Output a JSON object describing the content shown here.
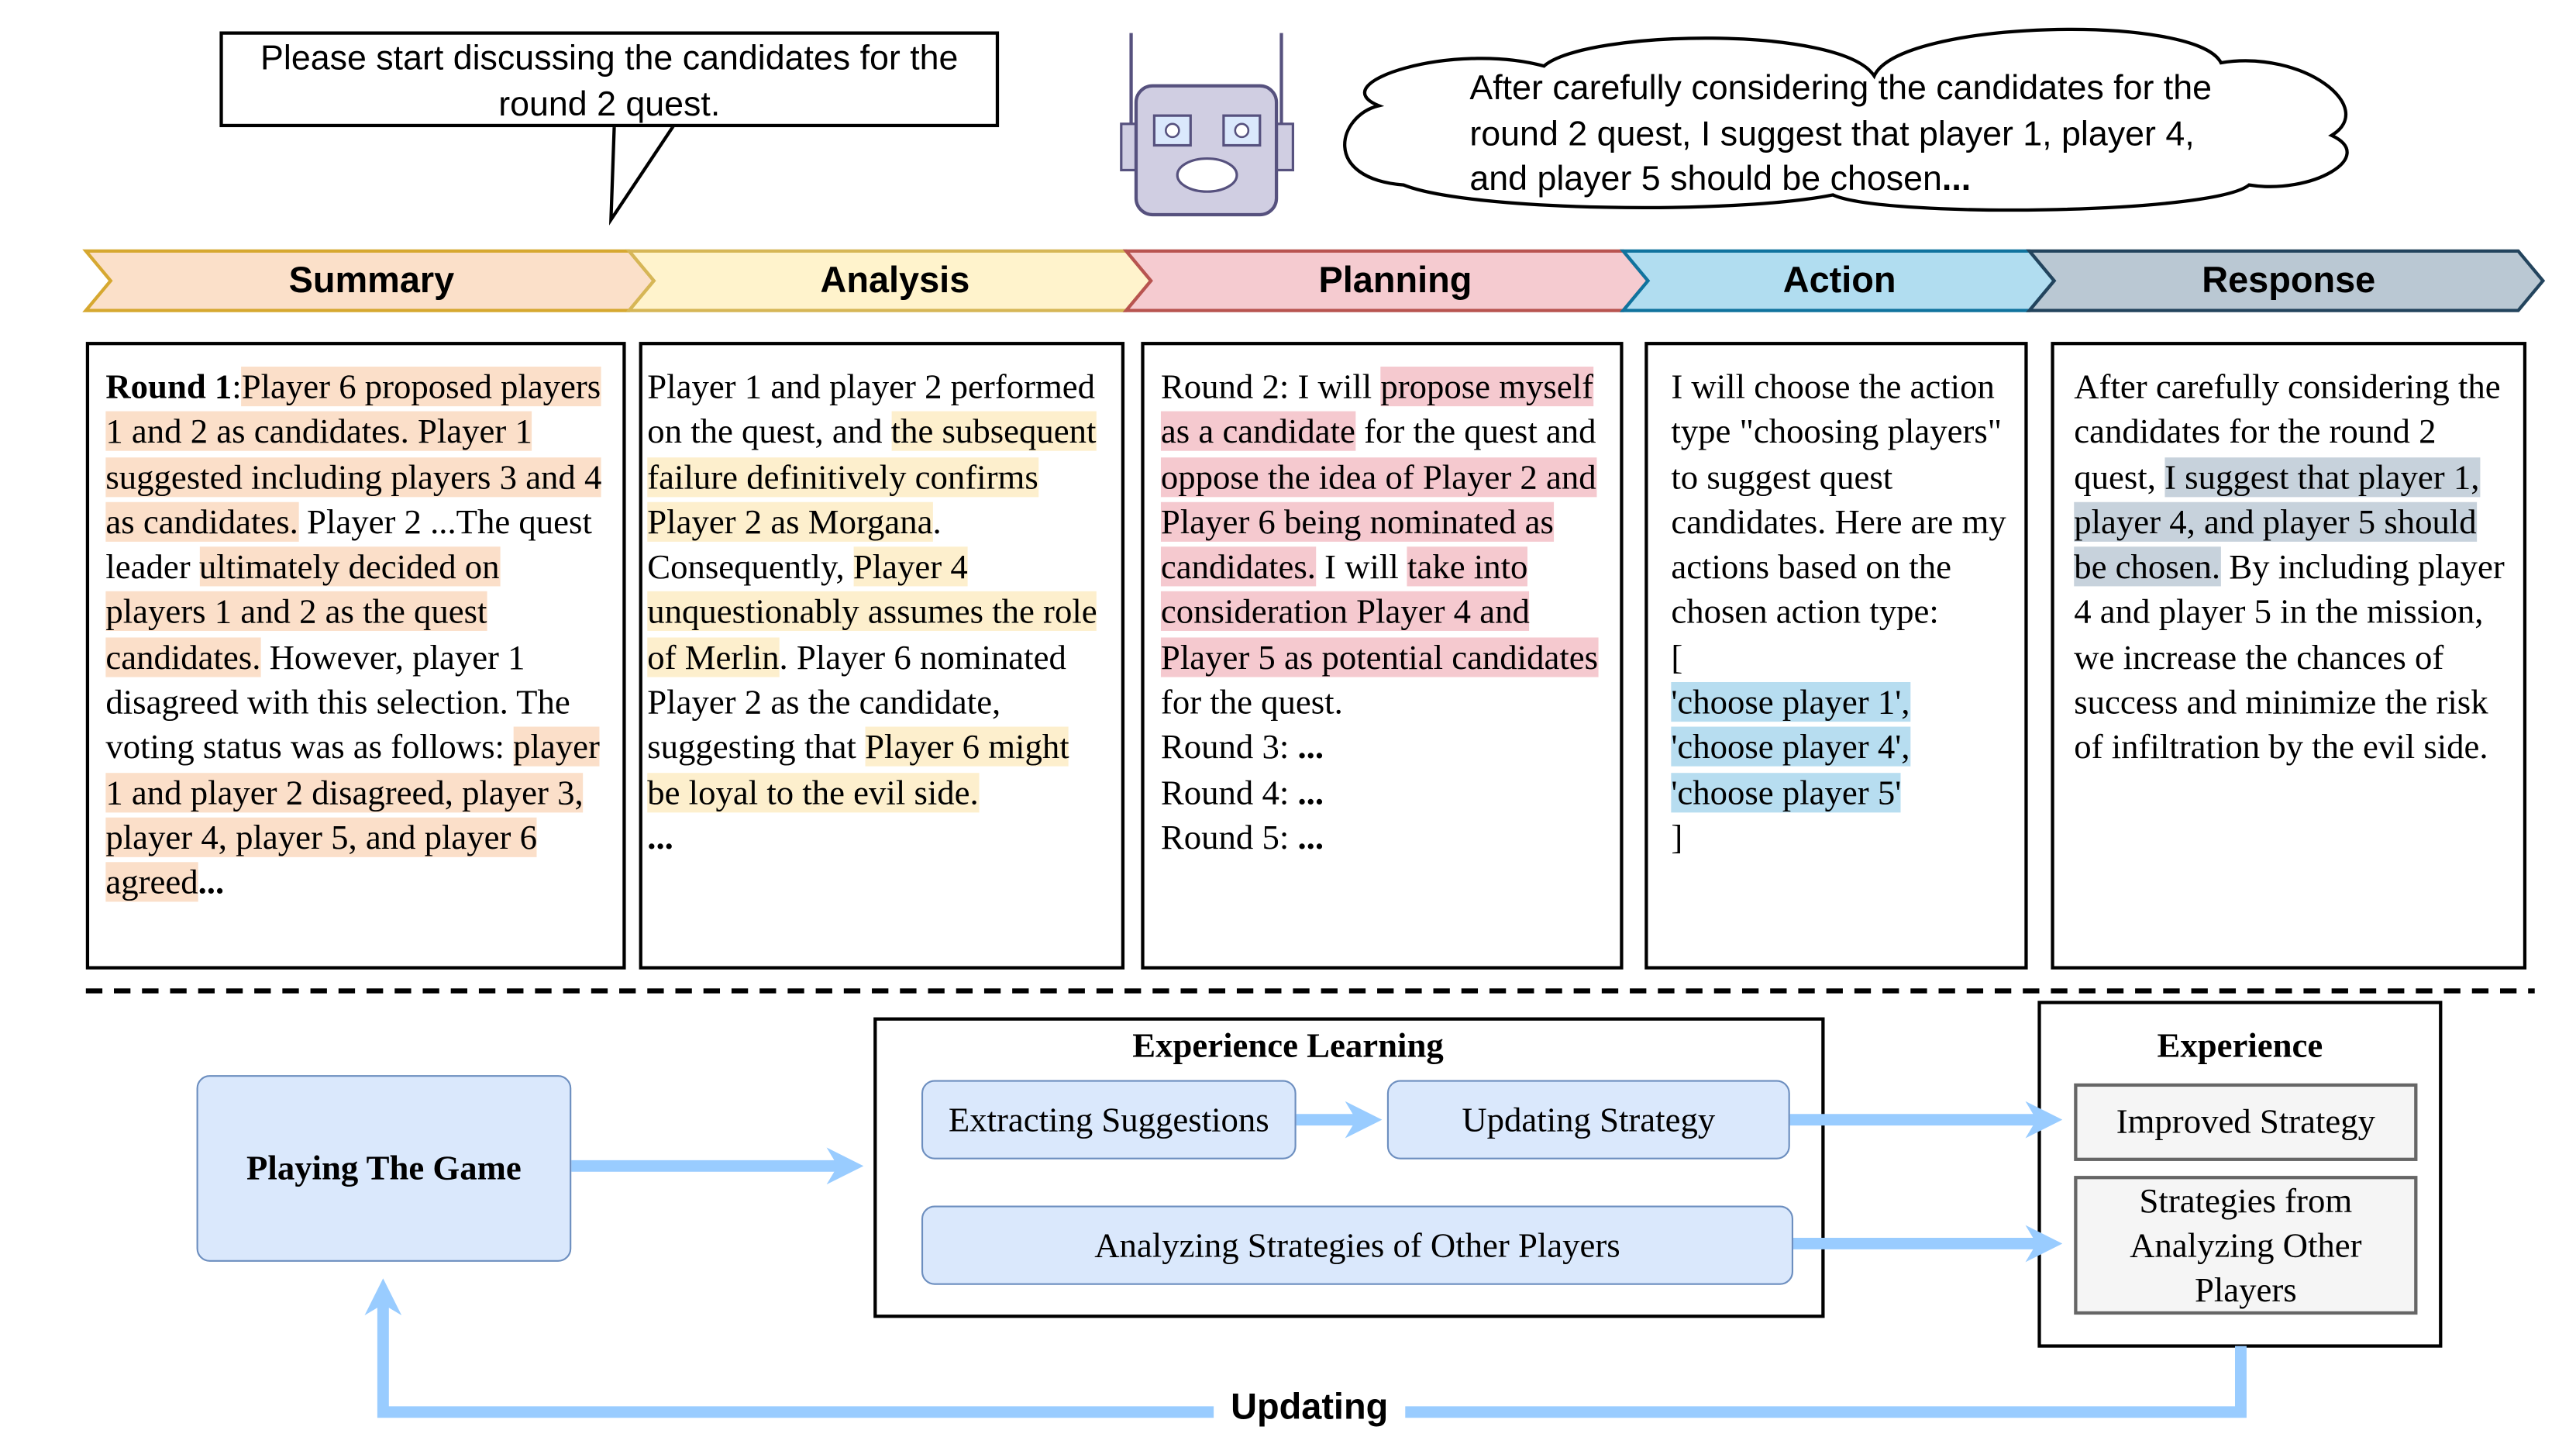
{
  "prompt": {
    "text": "Please start discussing the candidates for the round 2 quest."
  },
  "reply": {
    "text": "After carefully considering the candidates for the round 2 quest, I suggest that player 1, player 4, and player 5 should be chosen",
    "ellipsis": "..."
  },
  "robot_icon": "robot-icon",
  "stages": [
    {
      "label": "Summary",
      "fill": "#fbe0c9",
      "stroke": "#d6a830"
    },
    {
      "label": "Analysis",
      "fill": "#fff3cc",
      "stroke": "#d6b656"
    },
    {
      "label": "Planning",
      "fill": "#f5cbd0",
      "stroke": "#b85450"
    },
    {
      "label": "Action",
      "fill": "#b1ddf0",
      "stroke": "#10739e"
    },
    {
      "label": "Response",
      "fill": "#bac8d3",
      "stroke": "#23445d"
    }
  ],
  "panels": {
    "summary": {
      "round_label": "Round 1",
      "p1": ":",
      "h1": "Player 6 proposed players 1 and 2 as candidates. Player 1 suggested including players 3 and 4 as candidates.",
      "p2": " Player 2 ...The quest leader ",
      "h2": "ultimately decided on players 1 and 2 as the quest candidates.",
      "p3": " However, player 1 disagreed with this selection. The voting status was as follows: ",
      "h3": "player 1 and player 2 disagreed, player 3, player 4, player 5, and player 6 agreed",
      "ellipsis": "..."
    },
    "analysis": {
      "p1": "Player 1 and player 2 performed on the quest, and ",
      "h1": "the subsequent failure definitively confirms Player 2 as Morgana",
      "p2": ". Consequently, ",
      "h2": "Player 4 unquestionably assumes the role of Merlin",
      "p3": ". Player 6 nominated Player 2 as the candidate, suggesting that ",
      "h3": "Player 6 might be loyal to the evil side.",
      "ellipsis": "..."
    },
    "planning": {
      "p1": "Round 2: I will ",
      "h1": "propose myself as a candidate",
      "p2": " for the quest and ",
      "h2": "oppose the idea of Player 2 and Player 6 being nominated as candidates.",
      "p3": " I will ",
      "h3": "take into consideration Player 4 and Player 5 as potential candidates",
      "p4": " for the quest.",
      "round3": "Round 3: ",
      "round4": "Round 4: ",
      "round5": "Round 5: ",
      "ellipsis": "..."
    },
    "action": {
      "intro": "I will choose the action type \"choosing players\" to suggest quest candidates. Here are my actions based on the chosen action type:",
      "open_bracket": "[",
      "items": [
        "'choose player 1',",
        "'choose player 4',",
        "'choose player 5'"
      ],
      "close_bracket": "]"
    },
    "response": {
      "p1": "After carefully considering the candidates for the round 2 quest, ",
      "h1": "I suggest that player 1, player 4, and player 5 should be chosen.",
      "p2": " By including player 4 and player 5 in the mission, we increase the chances of success and minimize the risk of infiltration by the evil side."
    }
  },
  "lower": {
    "playing": "Playing The Game",
    "experience_learning_title": "Experience Learning",
    "extracting": "Extracting Suggestions",
    "updating_strategy": "Updating Strategy",
    "analyzing": "Analyzing Strategies of Other Players",
    "experience_title": "Experience",
    "improved": "Improved Strategy",
    "strategies_other": "Strategies from Analyzing Other Players",
    "updating": "Updating"
  },
  "colors": {
    "arrow": "#99ccff",
    "blue_box_fill": "#dae8fc",
    "blue_box_stroke": "#6c8ebf",
    "grey_box_fill": "#f5f5f5",
    "robot_fill": "#d0cee2",
    "robot_stroke": "#56517e"
  }
}
